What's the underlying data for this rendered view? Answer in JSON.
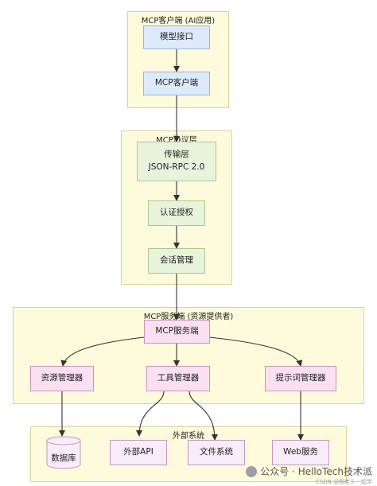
{
  "groups": {
    "client": "MCP客户端 (AI应用)",
    "protocol": "MCP协议层",
    "server": "MCP服务端 (资源提供者)",
    "external": "外部系统"
  },
  "nodes": {
    "model_interface": "模型接口",
    "mcp_client": "MCP客户端",
    "transport_line1": "传输层",
    "transport_line2": "JSON-RPC 2.0",
    "auth": "认证授权",
    "session": "会话管理",
    "mcp_server": "MCP服务端",
    "resource_manager": "资源管理器",
    "tool_manager": "工具管理器",
    "prompt_manager": "提示词管理器",
    "database": "数据库",
    "external_api": "外部API",
    "file_system": "文件系统",
    "web_service": "Web服务"
  },
  "watermark": {
    "text": "公众号 · HelloTech技术派",
    "sub": "CSDN @相老头一起学"
  },
  "colors": {
    "group_fill": "#fdfbdc",
    "group_border": "#d9d49a",
    "client_node": "#ddeafc",
    "protocol_node": "#e8f3dc",
    "server_node": "#fae0f0",
    "edge": "#333333"
  }
}
